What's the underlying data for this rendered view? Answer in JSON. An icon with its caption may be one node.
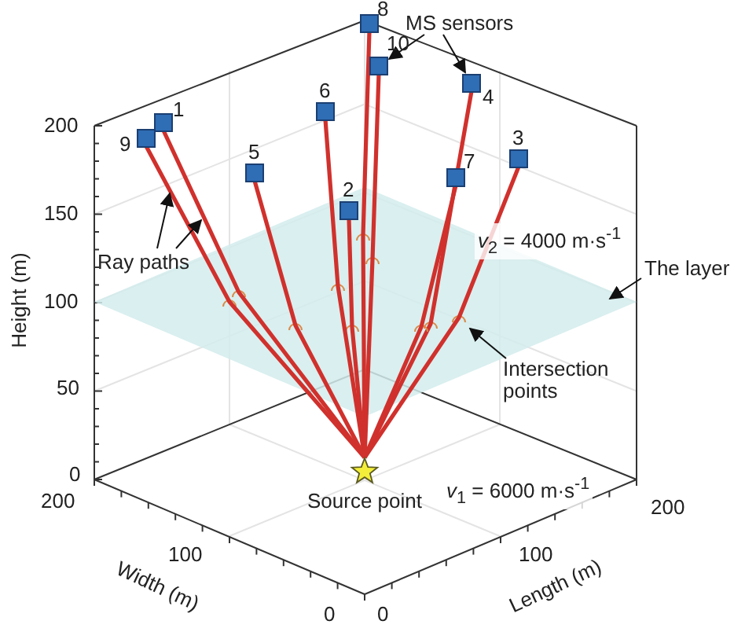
{
  "diagram": {
    "nodes": [
      {
        "text": [
          "1"
        ]
      },
      {
        "text": [
          "2"
        ]
      },
      {
        "text": [
          "3"
        ]
      },
      {
        "text": [
          "4"
        ]
      },
      {
        "text": [
          "5"
        ]
      },
      {
        "text": [
          "6"
        ]
      },
      {
        "text": [
          "7"
        ]
      },
      {
        "text": [
          "8"
        ]
      },
      {
        "text": [
          "9"
        ]
      },
      {
        "text": [
          "10"
        ]
      },
      {
        "text": [
          "Source point"
        ]
      },
      {
        "text": [
          "MS sensors"
        ]
      },
      {
        "text": [
          "Ray paths"
        ]
      },
      {
        "text": [
          "The layer"
        ]
      },
      {
        "text": [
          "Intersection points"
        ]
      }
    ],
    "edges": [
      {
        "from": 10,
        "to": 0,
        "arrow": "none",
        "color": "#d0312d"
      },
      {
        "from": 10,
        "to": 1,
        "arrow": "none",
        "color": "#d0312d"
      },
      {
        "from": 10,
        "to": 2,
        "arrow": "none",
        "color": "#d0312d"
      },
      {
        "from": 10,
        "to": 3,
        "arrow": "none",
        "color": "#d0312d"
      },
      {
        "from": 10,
        "to": 4,
        "arrow": "none",
        "color": "#d0312d"
      },
      {
        "from": 10,
        "to": 5,
        "arrow": "none",
        "color": "#d0312d"
      },
      {
        "from": 10,
        "to": 6,
        "arrow": "none",
        "color": "#d0312d"
      },
      {
        "from": 10,
        "to": 7,
        "arrow": "none",
        "color": "#d0312d"
      },
      {
        "from": 10,
        "to": 8,
        "arrow": "none",
        "color": "#d0312d"
      },
      {
        "from": 10,
        "to": 9,
        "arrow": "none",
        "color": "#d0312d"
      },
      {
        "from": 11,
        "to": 9,
        "arrow": "to",
        "color": "#111111"
      },
      {
        "from": 11,
        "to": 3,
        "arrow": "to",
        "color": "#111111"
      },
      {
        "from": 12,
        "to": null,
        "arrow": "to",
        "color": "#111111"
      },
      {
        "from": 12,
        "to": null,
        "arrow": "to",
        "color": "#111111"
      },
      {
        "from": 13,
        "to": null,
        "arrow": "to",
        "color": "#111111"
      },
      {
        "from": 14,
        "to": null,
        "arrow": "to",
        "color": "#111111"
      }
    ],
    "labels": [
      "200",
      "150",
      "100",
      "50",
      "0",
      "Height (m)",
      "*v*$_{2}$ = 4000 m·s$^{-1}$",
      "*v*$_{1}$ = 6000 m·s$^{-1}$",
      "200",
      "100",
      "0",
      "Width (m)",
      "0",
      "100",
      "200",
      "Length (m)"
    ]
  }
}
